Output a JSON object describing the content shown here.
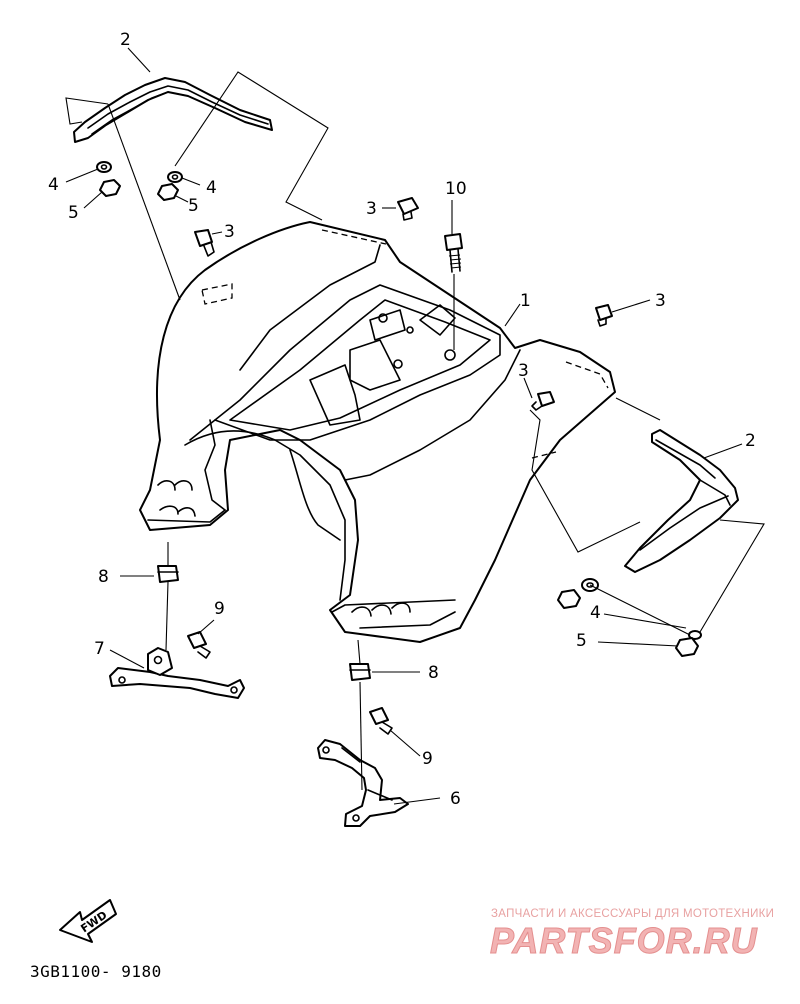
{
  "diagram": {
    "callouts": [
      "1",
      "2",
      "2",
      "3",
      "3",
      "3",
      "3",
      "4",
      "4",
      "4",
      "5",
      "5",
      "5",
      "6",
      "7",
      "8",
      "8",
      "9",
      "9",
      "10"
    ],
    "fwd_label": "FWD",
    "part_code": "3GB1100- 9180"
  },
  "watermark": {
    "tagline": "ЗАПЧАСТИ И АКСЕССУАРЫ ДЛЯ МОТОТЕХНИКИ",
    "logo": "PARTSFOR.RU"
  },
  "colors": {
    "line": "#000000",
    "watermark": "#f2b3b3"
  }
}
